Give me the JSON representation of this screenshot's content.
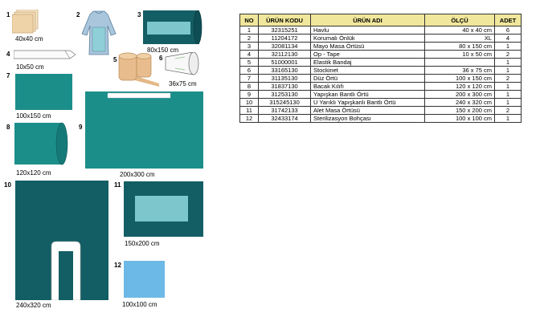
{
  "items": [
    {
      "num": "1",
      "size_label": "40x40 cm"
    },
    {
      "num": "2",
      "size_label": ""
    },
    {
      "num": "3",
      "size_label": "80x150 cm"
    },
    {
      "num": "4",
      "size_label": "10x50 cm"
    },
    {
      "num": "5",
      "size_label": ""
    },
    {
      "num": "6",
      "size_label": "36x75 cm"
    },
    {
      "num": "7",
      "size_label": "100x150 cm"
    },
    {
      "num": "8",
      "size_label": "120x120 cm"
    },
    {
      "num": "9",
      "size_label": "200x300 cm"
    },
    {
      "num": "10",
      "size_label": "240x320 cm"
    },
    {
      "num": "11",
      "size_label": "150x200 cm"
    },
    {
      "num": "12",
      "size_label": "100x100 cm"
    }
  ],
  "table": {
    "headers": [
      "NO",
      "ÜRÜN KODU",
      "ÜRÜN ADI",
      "ÖLÇÜ",
      "ADET"
    ],
    "rows": [
      [
        "1",
        "32315251",
        "Havlu",
        "40 x 40 cm",
        "6"
      ],
      [
        "2",
        "11204172",
        "Korumalı Önlük",
        "XL",
        "4"
      ],
      [
        "3",
        "32081134",
        "Mayo Masa Örtüsü",
        "80 x 150 cm",
        "1"
      ],
      [
        "4",
        "32112130",
        "Op - Tape",
        "10 x 50 cm",
        "2"
      ],
      [
        "5",
        "51000001",
        "Elastik Bandaj",
        "",
        "1"
      ],
      [
        "6",
        "33165130",
        "Stockinet",
        "36 x 75 cm",
        "1"
      ],
      [
        "7",
        "31135130",
        "Düz Örtü",
        "100 x 150 cm",
        "2"
      ],
      [
        "8",
        "31837130",
        "Bacak Kılıfı",
        "120 x 120 cm",
        "1"
      ],
      [
        "9",
        "31253130",
        "Yapışkan Bantlı Örtü",
        "200 x 300 cm",
        "1"
      ],
      [
        "10",
        "315245130",
        "U Yarıklı Yapışkanlı Bantlı Örtü",
        "240 x 320 cm",
        "1"
      ],
      [
        "11",
        "31742133",
        "Alet Masa Örtüsü",
        "150 x 200 cm",
        "2"
      ],
      [
        "12",
        "32433174",
        "Sterilizasyon Bohçası",
        "100 x 100 cm",
        "1"
      ]
    ]
  },
  "colors": {
    "teal": "#1c8e8a",
    "dark_teal": "#135e64",
    "light_panel": "#7cc6cc",
    "sky_blue": "#6cb8e6",
    "header_yellow": "#f1e79c"
  }
}
